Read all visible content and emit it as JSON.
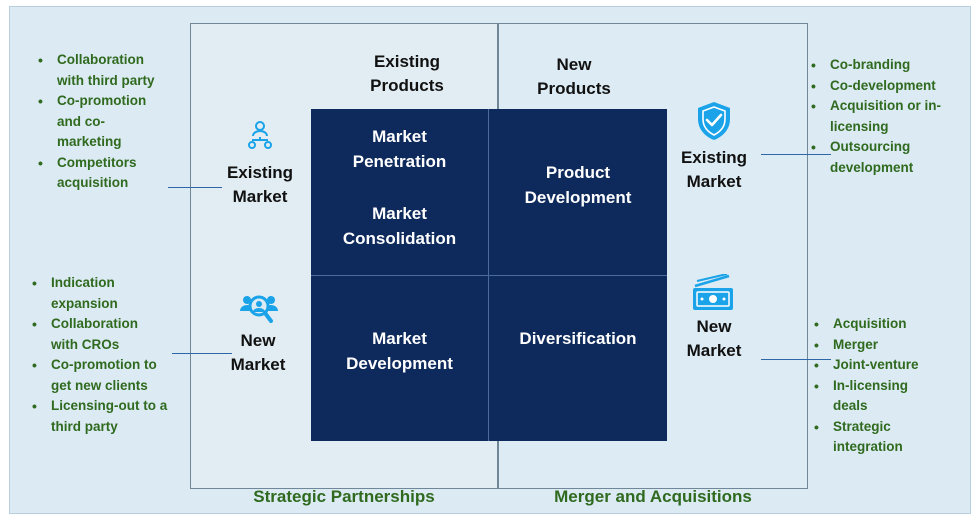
{
  "headers": {
    "existing_products": [
      "Existing",
      "Products"
    ],
    "new_products": [
      "New",
      "Products"
    ]
  },
  "matrix": {
    "market_penetration": [
      "Market",
      "Penetration"
    ],
    "market_consolidation": [
      "Market",
      "Consolidation"
    ],
    "product_development": [
      "Product",
      "Development"
    ],
    "market_development": [
      "Market",
      "Development"
    ],
    "diversification": "Diversification"
  },
  "left": {
    "existing_market": [
      "Existing",
      "Market"
    ],
    "new_market": [
      "New",
      "Market"
    ]
  },
  "right": {
    "existing_market": [
      "Existing",
      "Market"
    ],
    "new_market": [
      "New",
      "Market"
    ]
  },
  "lists": {
    "top_left": [
      [
        "Collaboration",
        "with third party"
      ],
      [
        "Co-promotion",
        "and co-",
        "marketing"
      ],
      [
        "Competitors",
        "acquisition"
      ]
    ],
    "bottom_left": [
      [
        "Indication",
        "expansion"
      ],
      [
        "Collaboration",
        "with CROs"
      ],
      [
        "Co-promotion to",
        "get new clients"
      ],
      [
        "Licensing-out to a",
        "third party"
      ]
    ],
    "top_right": [
      [
        "Co-branding"
      ],
      [
        "Co-development"
      ],
      [
        "Acquisition or in-",
        "licensing"
      ],
      [
        "Outsourcing",
        "development"
      ]
    ],
    "bottom_right": [
      [
        "Acquisition"
      ],
      [
        "Merger"
      ],
      [
        "Joint-venture"
      ],
      [
        "In-licensing",
        "deals"
      ],
      [
        "Strategic",
        "integration"
      ]
    ]
  },
  "footer": {
    "left": "Strategic Partnerships",
    "right": "Merger and Acquisitions"
  },
  "icons": {
    "existing_market_left": "people-network-icon",
    "new_market_left": "user-search-icon",
    "existing_market_right": "shield-check-icon",
    "new_market_right": "banknote-icon"
  },
  "colors": {
    "background": "#dceaf3",
    "matrix_cell": "#0e2a5c",
    "list_text": "#2f6a1f",
    "icon_blue": "#1aa3e8"
  }
}
